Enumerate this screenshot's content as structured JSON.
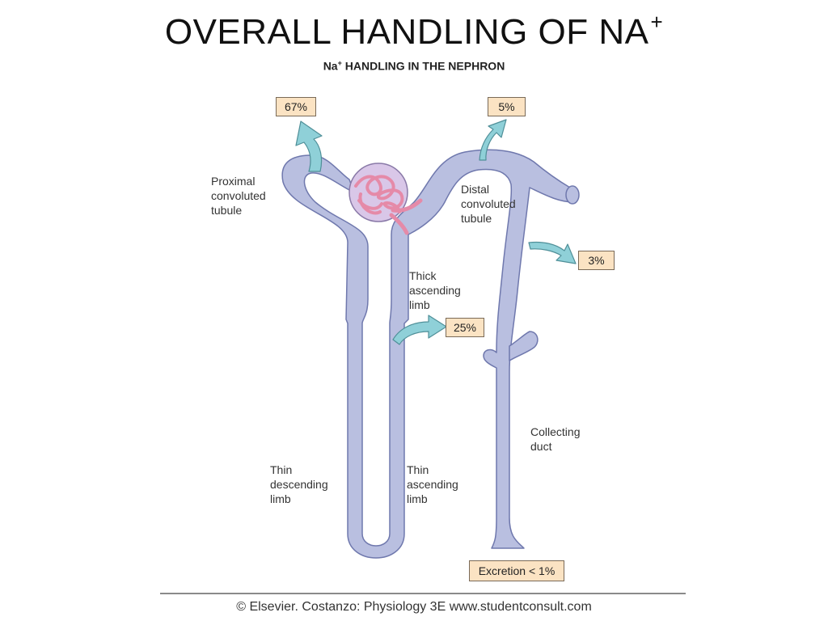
{
  "slide_title": {
    "text": "OVERALL HANDLING OF NA",
    "superscript": "+"
  },
  "figure_title": {
    "prefix": "Na",
    "superscript": "+",
    "text": " HANDLING IN THE NEPHRON"
  },
  "labels": {
    "proximal": "Proximal\nconvoluted\ntubule",
    "distal": "Distal\nconvoluted\ntubule",
    "thick_ascending": "Thick\nascending\nlimb",
    "thin_descending": "Thin\ndescending\nlimb",
    "thin_ascending": "Thin\nascending\nlimb",
    "collecting": "Collecting\nduct"
  },
  "reabsorption": {
    "proximal": "67%",
    "thick_ascending": "25%",
    "distal": "5%",
    "late_distal": "3%",
    "excretion": "Excretion < 1%"
  },
  "credit": "© Elsevier. Costanzo: Physiology 3E www.studentconsult.com",
  "colors": {
    "tubule": "#b9bfe0",
    "tubule_outline": "#6f78ad",
    "arrow": "#8fd0d8",
    "arrow_outline": "#4f8f98",
    "box_fill": "#fbe3c3",
    "glomerulus": "#f0b6c8"
  }
}
